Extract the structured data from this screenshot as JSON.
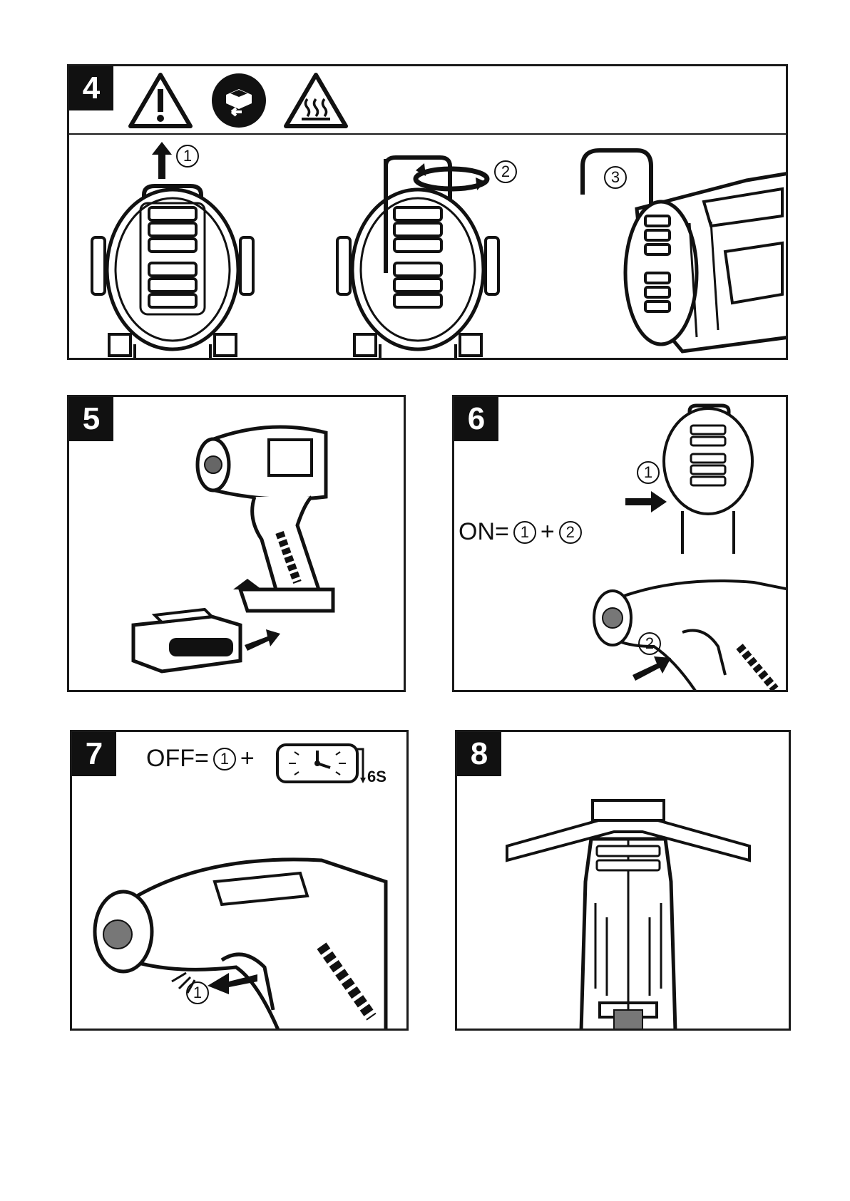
{
  "panels": {
    "p4": {
      "number": "4",
      "steps": [
        "1",
        "2",
        "3"
      ],
      "icons": [
        "warning-icon",
        "remove-battery-icon",
        "hot-surface-icon"
      ]
    },
    "p5": {
      "number": "5"
    },
    "p6": {
      "number": "6",
      "formula": {
        "prefix": "ON=",
        "a": "1",
        "plus": "+",
        "b": "2"
      },
      "steps": [
        "1",
        "2"
      ]
    },
    "p7": {
      "number": "7",
      "formula": {
        "prefix": "OFF=",
        "a": "1",
        "plus": "+"
      },
      "duration": "6S",
      "steps": [
        "1"
      ]
    },
    "p8": {
      "number": "8"
    }
  },
  "colors": {
    "ink": "#111111",
    "border": "#1a1a1a",
    "background": "#ffffff"
  }
}
